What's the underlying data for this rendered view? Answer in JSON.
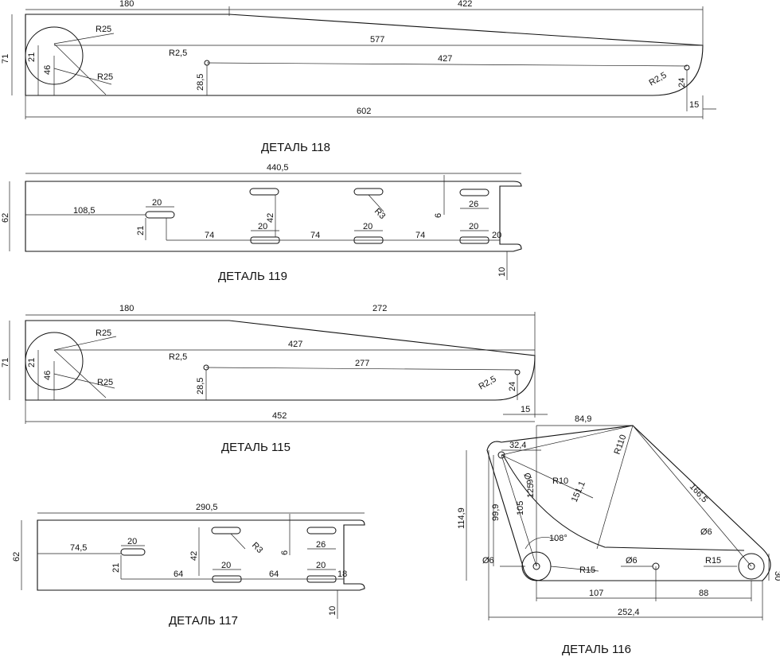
{
  "parts": {
    "p118": {
      "title": "ДЕТАЛЬ 118",
      "dims": [
        "180",
        "422",
        "R25",
        "71",
        "577",
        "R2,5",
        "427",
        "21",
        "46",
        "R25",
        "28,5",
        "R2,5",
        "24",
        "15",
        "602"
      ]
    },
    "p119": {
      "title": "ДЕТАЛЬ 119",
      "dims": [
        "440,5",
        "62",
        "108,5",
        "20",
        "42",
        "R3",
        "6",
        "26",
        "21",
        "74",
        "20",
        "74",
        "20",
        "74",
        "20",
        "20",
        "10"
      ]
    },
    "p115": {
      "title": "ДЕТАЛЬ 115",
      "dims": [
        "180",
        "272",
        "R25",
        "71",
        "427",
        "R2,5",
        "21",
        "46",
        "277",
        "R25",
        "28,5",
        "R2,5",
        "24",
        "452",
        "15"
      ]
    },
    "p117": {
      "title": "ДЕТАЛЬ 117",
      "dims": [
        "290,5",
        "62",
        "20",
        "74,5",
        "42",
        "R3",
        "6",
        "26",
        "21",
        "20",
        "64",
        "20",
        "64",
        "18",
        "10"
      ]
    },
    "p116": {
      "title": "ДЕТАЛЬ 116",
      "dims": [
        "84,9",
        "32,4",
        "R110",
        "Ø6",
        "R10",
        "151,1",
        "125",
        "114,9",
        "99,9",
        "105",
        "166,5",
        "108°",
        "Ø6",
        "Ø6",
        "Ø6",
        "R15",
        "R15",
        "30",
        "107",
        "88",
        "252,4"
      ]
    }
  }
}
